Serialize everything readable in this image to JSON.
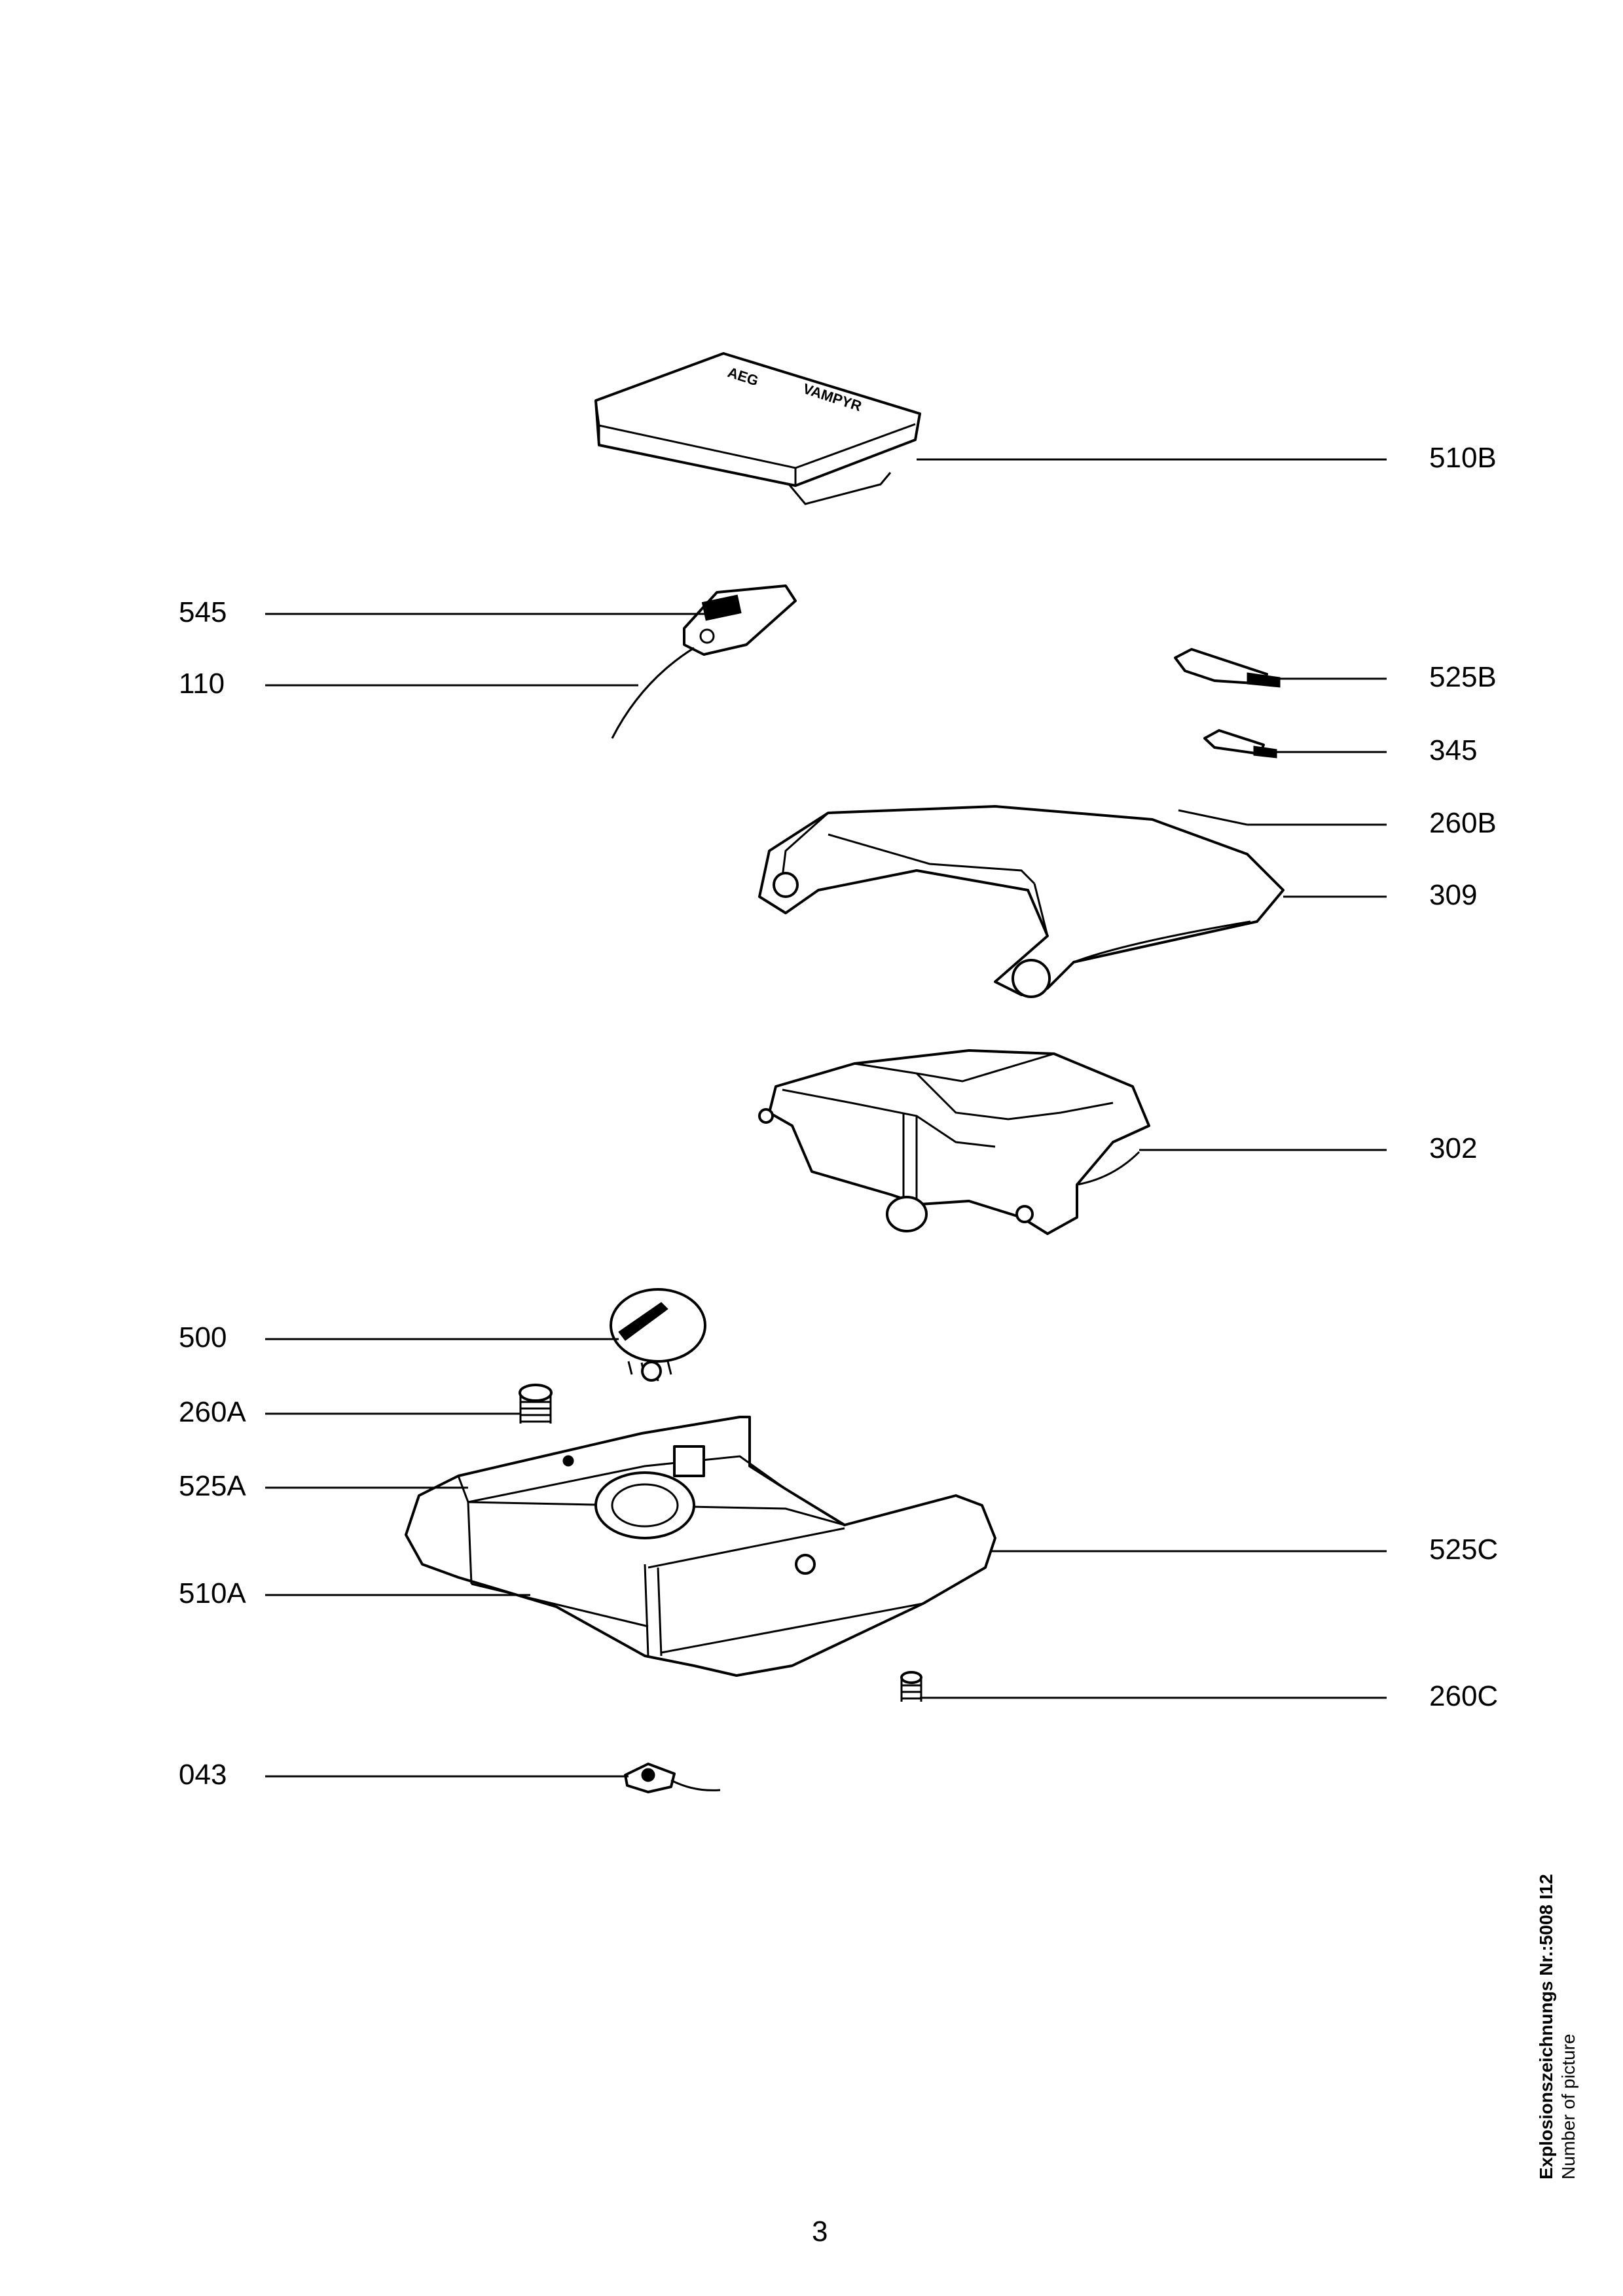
{
  "callouts": {
    "510B": "510B",
    "545": "545",
    "110": "110",
    "525B": "525B",
    "345": "345",
    "260B": "260B",
    "309": "309",
    "302": "302",
    "500": "500",
    "260A": "260A",
    "525A": "525A",
    "525C": "525C",
    "510A": "510A",
    "260C": "260C",
    "043": "043"
  },
  "cover_marking": {
    "left": "AEG",
    "right": "VAMPYR"
  },
  "side_note": {
    "line1": "Explosionszeichnungs Nr.:5008 I12",
    "line2": "Number of picture"
  },
  "page_number": "3"
}
